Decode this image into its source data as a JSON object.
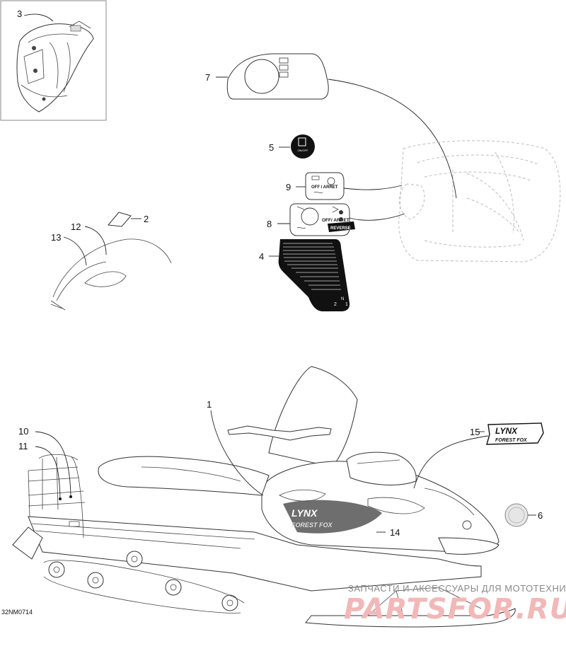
{
  "diagram": {
    "reference_code": "32NM0714",
    "part_labels": [
      "1",
      "2",
      "3",
      "4",
      "5",
      "6",
      "7",
      "8",
      "9",
      "10",
      "11",
      "12",
      "13",
      "14",
      "15"
    ],
    "decals": {
      "switch_top": "OFF / ARRET",
      "switch_main": "OFF/ ARRET",
      "reverse": "REVERSE",
      "lynx": "LYNX",
      "forest_fox": "FOREST FOX",
      "round_small": "ON/OFF"
    },
    "colors": {
      "line": "#222222",
      "ghost": "#bdbdbd",
      "decal_black": "#111111",
      "watermark_red": "#f2b8b8",
      "watermark_grey": "#8a8a8a"
    }
  },
  "watermark": {
    "caption": "ЗАПЧАСТИ И АКСЕССУАРЫ ДЛЯ МОТОТЕХНИКИ",
    "logo": "PARTSFOR.RU"
  }
}
